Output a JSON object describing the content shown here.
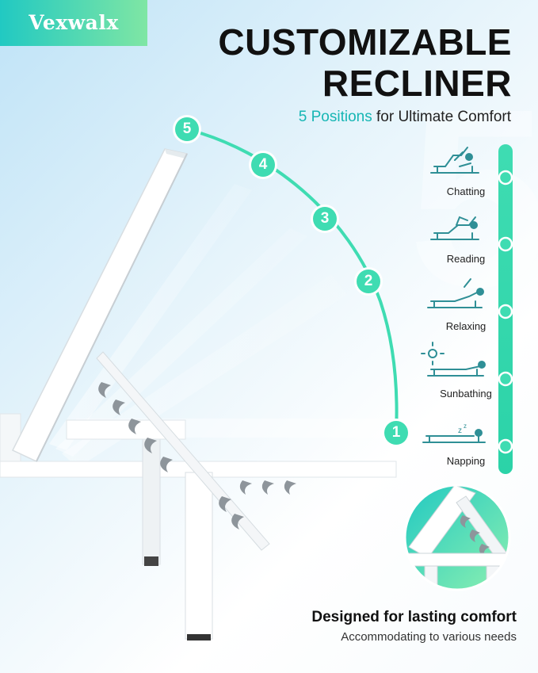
{
  "brand": {
    "logo": "Vexwalx",
    "accent": "#3fdcb2",
    "brand_gradient": [
      "#21c9c2",
      "#7fe6a4"
    ]
  },
  "header": {
    "title_line1": "CUSTOMIZABLE",
    "title_line2": "RECLINER",
    "subtitle_highlight": "5 Positions",
    "subtitle_rest": " for Ultimate Comfort"
  },
  "positions": [
    {
      "label": "Chatting",
      "icon": "person-sitting-up-icon"
    },
    {
      "label": "Reading",
      "icon": "person-reading-icon"
    },
    {
      "label": "Relaxing",
      "icon": "person-relaxing-icon"
    },
    {
      "label": "Sunbathing",
      "icon": "sun-person-lying-icon"
    },
    {
      "label": "Napping",
      "icon": "sleeping-person-icon"
    }
  ],
  "badges": [
    "5",
    "4",
    "3",
    "2",
    "1"
  ],
  "footer": {
    "title": "Designed for lasting comfort",
    "subtitle": "Accommodating to various needs"
  }
}
